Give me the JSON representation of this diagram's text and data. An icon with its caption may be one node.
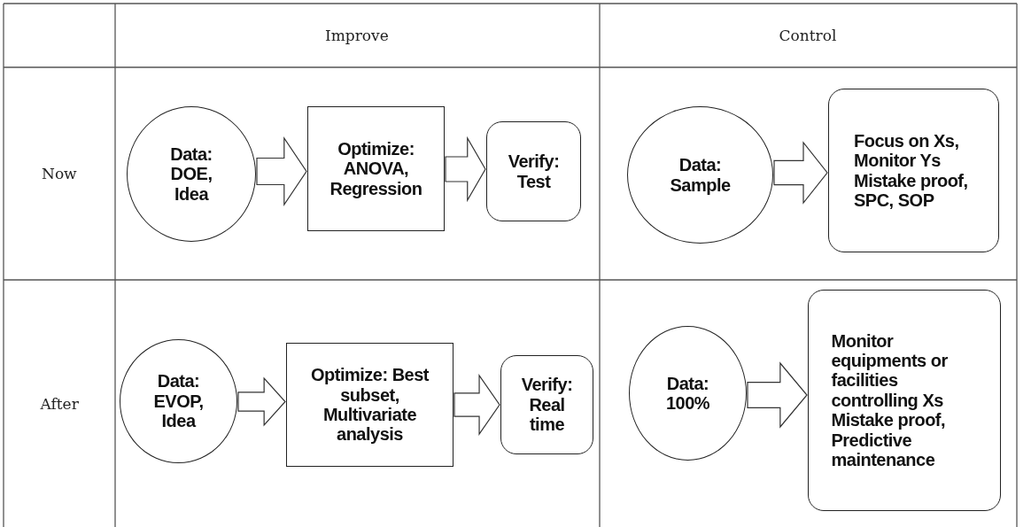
{
  "diagram": {
    "nodes": [
      {
        "text": [
          "Data: DOE, Idea"
        ]
      },
      {
        "text": [
          "Optimize: ANOVA, Regression"
        ]
      },
      {
        "text": [
          "Verify: Test"
        ]
      },
      {
        "text": [
          "Data: Sample"
        ]
      },
      {
        "text": [
          "Focus on Xs, Monitor Ys Mistake proof, SPC, SOP"
        ]
      },
      {
        "text": [
          "Data: EVOP, Idea"
        ]
      },
      {
        "text": [
          "Optimize: Best subset, Multivariate analysis"
        ]
      },
      {
        "text": [
          "Verify: Real time"
        ]
      },
      {
        "text": [
          "Data: 100%"
        ]
      },
      {
        "text": [
          "Monitor equipments or facilities controlling Xs Mistake proof, Predictive maintenance"
        ]
      }
    ],
    "edges": [
      {
        "from": 0,
        "to": 1,
        "arrow": "to"
      },
      {
        "from": 1,
        "to": 2,
        "arrow": "to"
      },
      {
        "from": 3,
        "to": 4,
        "arrow": "to"
      },
      {
        "from": 5,
        "to": 6,
        "arrow": "to"
      },
      {
        "from": 6,
        "to": 7,
        "arrow": "to"
      },
      {
        "from": 8,
        "to": 9,
        "arrow": "to"
      }
    ],
    "labels": [
      "Improve",
      "Control",
      "Now",
      "After"
    ]
  }
}
